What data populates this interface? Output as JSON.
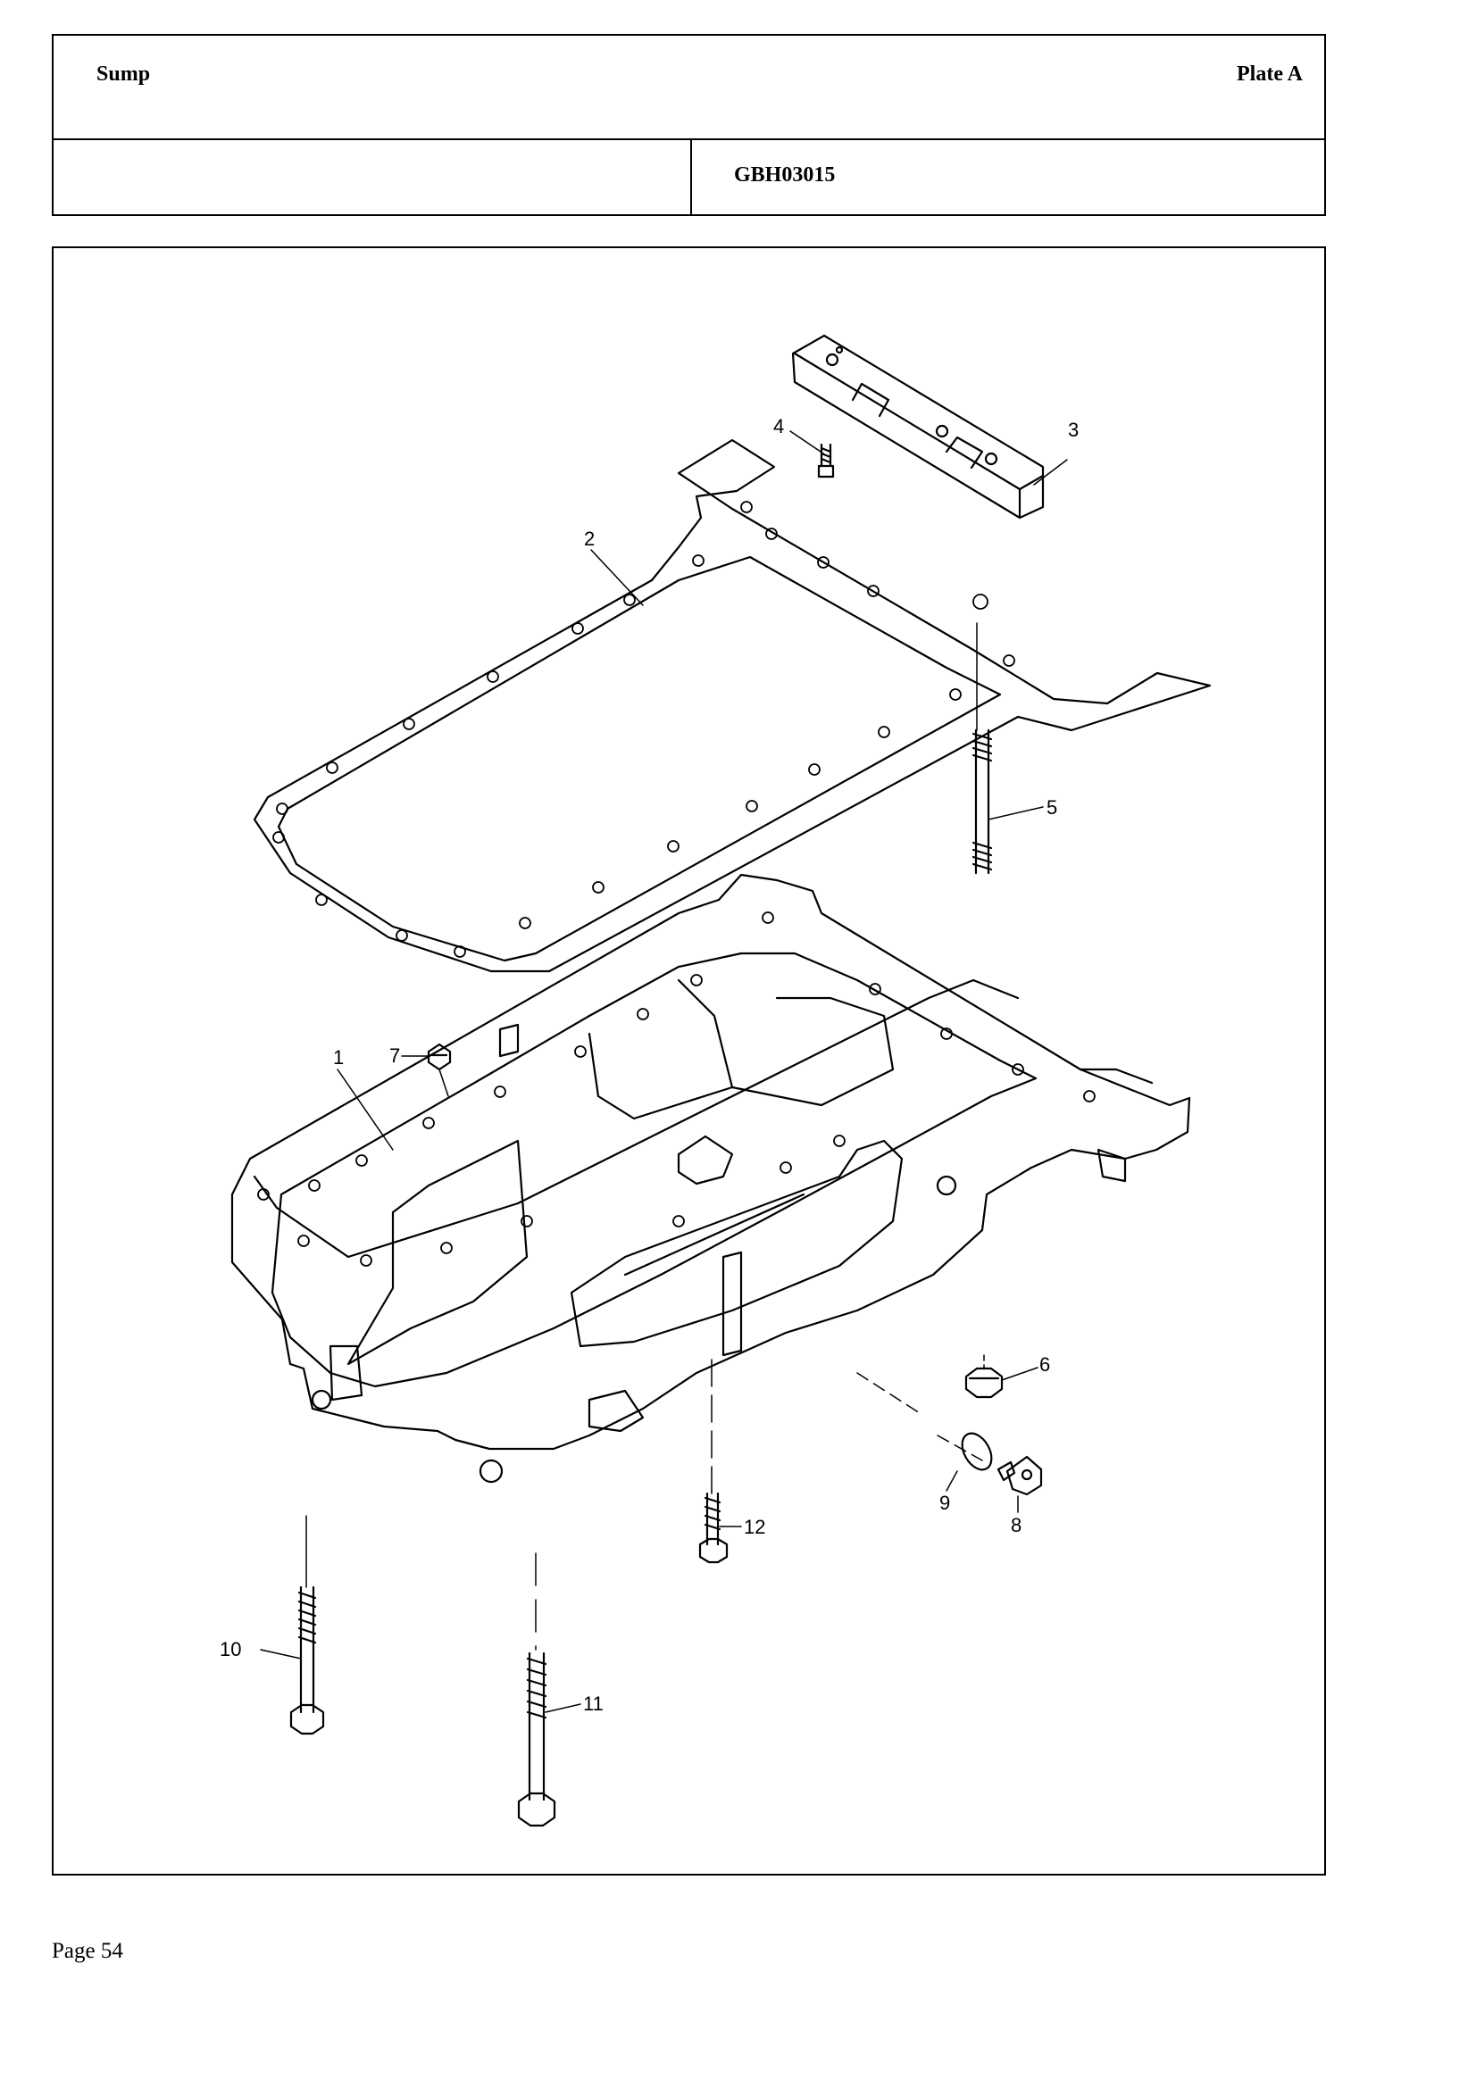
{
  "header": {
    "title": "Sump",
    "plate": "Plate A",
    "left_cell": "",
    "code": "GBH03015"
  },
  "callouts": [
    {
      "id": "c1",
      "label": "1"
    },
    {
      "id": "c2",
      "label": "2"
    },
    {
      "id": "c3",
      "label": "3"
    },
    {
      "id": "c4",
      "label": "4"
    },
    {
      "id": "c5",
      "label": "5"
    },
    {
      "id": "c6",
      "label": "6"
    },
    {
      "id": "c7",
      "label": "7"
    },
    {
      "id": "c8",
      "label": "8"
    },
    {
      "id": "c9",
      "label": "9"
    },
    {
      "id": "c10",
      "label": "10"
    },
    {
      "id": "c11",
      "label": "11"
    },
    {
      "id": "c12",
      "label": "12"
    }
  ],
  "footer": {
    "page": "Page 54"
  }
}
